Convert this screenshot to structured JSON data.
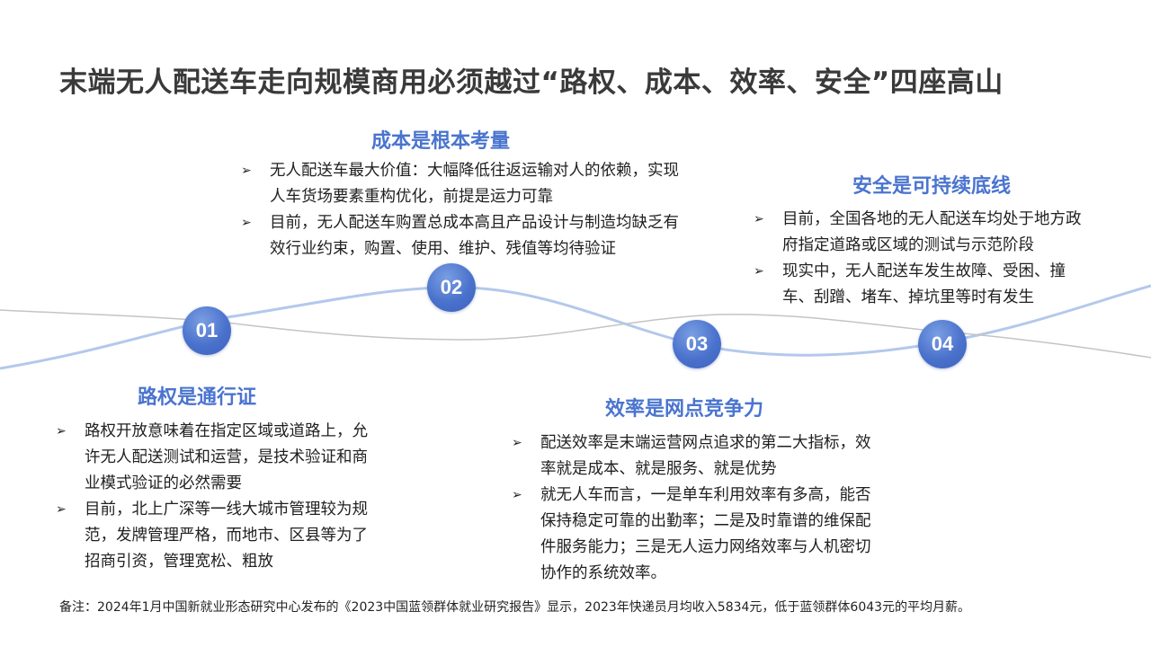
{
  "title": "末端无人配送车走向规模商用必须越过“路权、成本、效率、安全”四座高山",
  "colors": {
    "accent": "#4a74cf",
    "node": "#4a72cc",
    "wave_blue": "#b3c8ec",
    "wave_gray": "#bdbdbd"
  },
  "nodes": [
    {
      "number": "01"
    },
    {
      "number": "02"
    },
    {
      "number": "03"
    },
    {
      "number": "04"
    }
  ],
  "sections": [
    {
      "heading": "路权是通行证",
      "bullets": [
        "路权开放意味着在指定区域或道路上，允许无人配送测试和运营，是技术验证和商业模式验证的必然需要",
        "目前，北上广深等一线大城市管理较为规范，发牌管理严格，而地市、区县等为了招商引资，管理宽松、粗放"
      ]
    },
    {
      "heading": "成本是根本考量",
      "bullets": [
        "无人配送车最大价值：大幅降低往返运输对人的依赖，实现人车货场要素重构优化，前提是运力可靠",
        "目前，无人配送车购置总成本高且产品设计与制造均缺乏有效行业约束，购置、使用、维护、残值等均待验证"
      ]
    },
    {
      "heading": "效率是网点竞争力",
      "bullets": [
        "配送效率是末端运营网点追求的第二大指标，效率就是成本、就是服务、就是优势",
        "就无人车而言，一是单车利用效率有多高，能否保持稳定可靠的出勤率；二是及时靠谱的维保配件服务能力；三是无人运力网络效率与人机密切协作的系统效率。"
      ]
    },
    {
      "heading": "安全是可持续底线",
      "bullets": [
        "目前，全国各地的无人配送车均处于地方政府指定道路或区域的测试与示范阶段",
        "现实中，无人配送车发生故障、受困、撞车、刮蹭、堵车、掉坑里等时有发生"
      ]
    }
  ],
  "bullet_icon": "➢",
  "note": "备注：2024年1月中国新就业形态研究中心发布的《2023中国蓝领群体就业研究报告》显示，2023年快递员月均收入5834元，低于蓝领群体6043元的平均月薪。"
}
